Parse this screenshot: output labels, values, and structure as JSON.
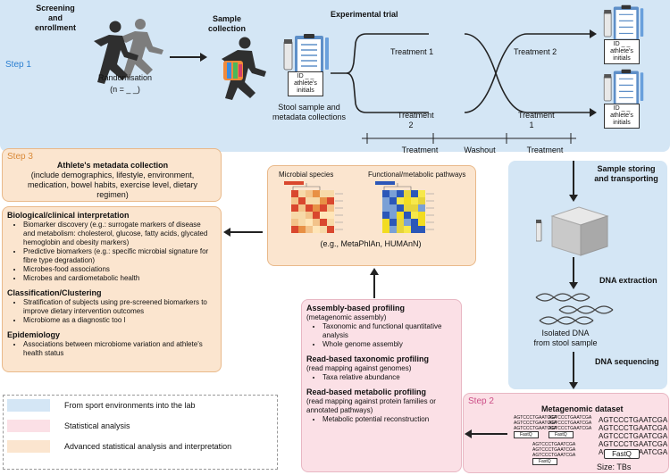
{
  "top": {
    "step": "Step 1",
    "screening": "Screening and enrollment",
    "sample_collection": "Sample collection",
    "randomisation": "Randomisation",
    "randomisation_n": "(n = _ _)",
    "experimental_trial": "Experimental trial",
    "treatment1_top": "Treatment 1",
    "treatment2_top": "Treatment 2",
    "treatment2_bottom": "Treatment 2",
    "treatment1_bottom": "Treatment 1",
    "stool_caption": "Stool sample and metadata collections",
    "id_label": "ID _ _",
    "id_sub": "athlete's initials",
    "timeline": [
      "Treatment",
      "Washout",
      "Treatment"
    ]
  },
  "step3": {
    "step": "Step 3",
    "metadata_title": "Athlete's metadata collection",
    "metadata_body": "(include demographics, lifestyle, environment, medication, bowel habits, exercise level, dietary regimen)"
  },
  "interp": {
    "bio_title": "Biological/clinical interpretation",
    "bio_items": [
      "Biomarker discovery (e.g.: surrogate markers of disease and metabolism: cholesterol, glucose, fatty acids, glycated hemoglobin and obesity markers)",
      "Predictive biomarkers (e.g.: specific microbial signature for fibre type degradation)",
      "Microbes-food associations",
      "Microbes and cardiometabolic health"
    ],
    "class_title": "Classification/Clustering",
    "class_items": [
      "Stratification of subjects using pre-screened biomarkers to improve dietary intervention outcomes",
      "Microbiome as a diagnostic too l"
    ],
    "epi_title": "Epidemiology",
    "epi_items": [
      "Associations between microbiome variation and athlete's health status"
    ]
  },
  "heatmaps": {
    "microbial_label": "Microbial species",
    "functional_label": "Functional/metabolic pathways",
    "caption": "(e.g., MetaPhlAn, HUMAnN)",
    "colors_warm": [
      "#f3c38a",
      "#e89045",
      "#f7d9a8",
      "#d9472e",
      "#ffe5b8"
    ],
    "colors_cool": [
      "#f2dc21",
      "#f7e84a",
      "#7aa0d6",
      "#2b57b8",
      "#e6d43b"
    ]
  },
  "profiling": {
    "assembly_title": "Assembly-based profiling",
    "assembly_sub": "(metagenomic assembly)",
    "assembly_items": [
      "Taxonomic and functional quantitative analysis",
      "Whole genome assembly"
    ],
    "read_tax_title": "Read-based taxonomic profiling",
    "read_tax_sub": "(read mapping against genomes)",
    "read_tax_items": [
      "Taxa relative abundance"
    ],
    "read_met_title": "Read-based metabolic profiling",
    "read_met_sub": "(read mapping against protein families or annotated pathways)",
    "read_met_items": [
      "Metabolic potential reconstruction"
    ]
  },
  "right": {
    "storing": "Sample storing and transporting",
    "dna_extraction": "DNA extraction",
    "isolated": "Isolated DNA from stool sample",
    "dna_sequencing": "DNA sequencing"
  },
  "step2": {
    "step": "Step 2",
    "title": "Metagenomic dataset",
    "seq": "AGTCCCTGAATCGA",
    "fastq": "FastQ",
    "size": "Size: TBs"
  },
  "legend": {
    "items": [
      {
        "label": "From sport environments into the lab",
        "color": "#d4e6f5"
      },
      {
        "label": "Statistical analysis",
        "color": "#fbe0e6"
      },
      {
        "label": "Advanced statistical analysis and interpretation",
        "color": "#fbe5cf"
      }
    ]
  }
}
